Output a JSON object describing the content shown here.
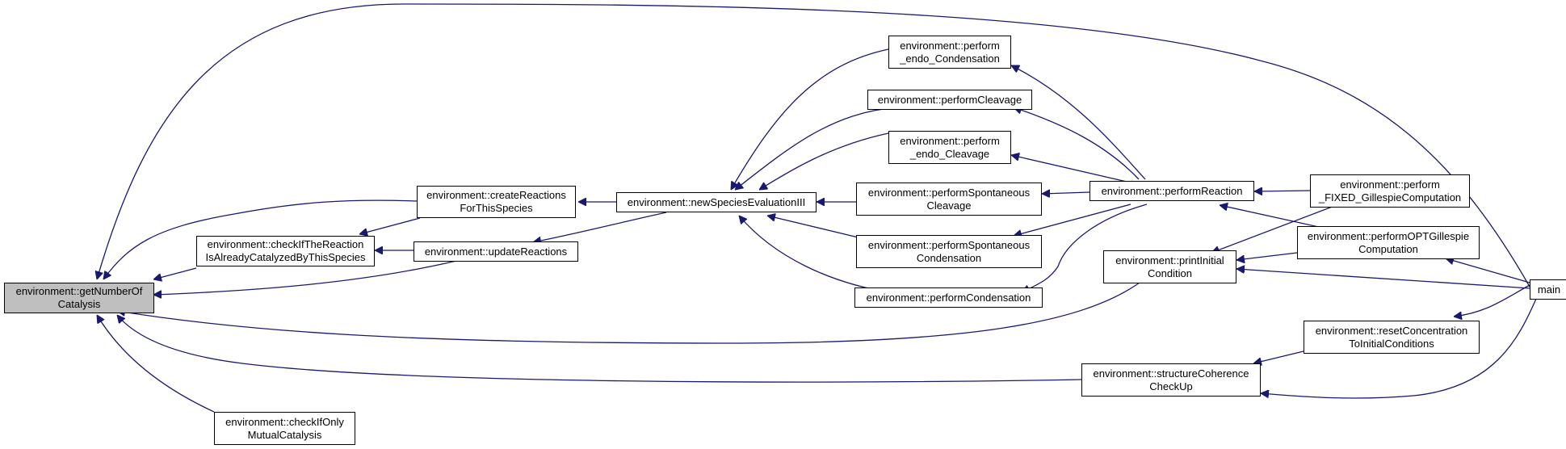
{
  "colors": {
    "edge": "#191970",
    "root_fill": "#bfbfbf",
    "node_fill": "#ffffff",
    "node_border": "#000000"
  },
  "nodes": {
    "getNumberOfCatalysis": [
      "environment::getNumberOf",
      "Catalysis"
    ],
    "createReactionsForThisSpecies": [
      "environment::createReactions",
      "ForThisSpecies"
    ],
    "checkIfTheReaction": [
      "environment::checkIfTheReaction",
      "IsAlreadyCatalyzedByThisSpecies"
    ],
    "updateReactions": [
      "environment::updateReactions"
    ],
    "checkIfOnlyMutualCatalysis": [
      "environment::checkIfOnly",
      "MutualCatalysis"
    ],
    "newSpeciesEvaluationIII": [
      "environment::newSpeciesEvaluationIII"
    ],
    "performEndoCondensation": [
      "environment::perform",
      "_endo_Condensation"
    ],
    "performCleavage": [
      "environment::performCleavage"
    ],
    "performEndoCleavage": [
      "environment::perform",
      "_endo_Cleavage"
    ],
    "performSpontaneousCleavage": [
      "environment::performSpontaneous",
      "Cleavage"
    ],
    "performSpontaneousCondensation": [
      "environment::performSpontaneous",
      "Condensation"
    ],
    "performCondensation": [
      "environment::performCondensation"
    ],
    "performReaction": [
      "environment::performReaction"
    ],
    "printInitialCondition": [
      "environment::printInitial",
      "Condition"
    ],
    "structureCoherenceCheckUp": [
      "environment::structureCoherence",
      "CheckUp"
    ],
    "performFixedGillespie": [
      "environment::perform",
      "_FIXED_GillespieComputation"
    ],
    "performOPTGillespie": [
      "environment::performOPTGillespie",
      "Computation"
    ],
    "resetConcentration": [
      "environment::resetConcentration",
      "ToInitialConditions"
    ],
    "main": [
      "main"
    ]
  }
}
